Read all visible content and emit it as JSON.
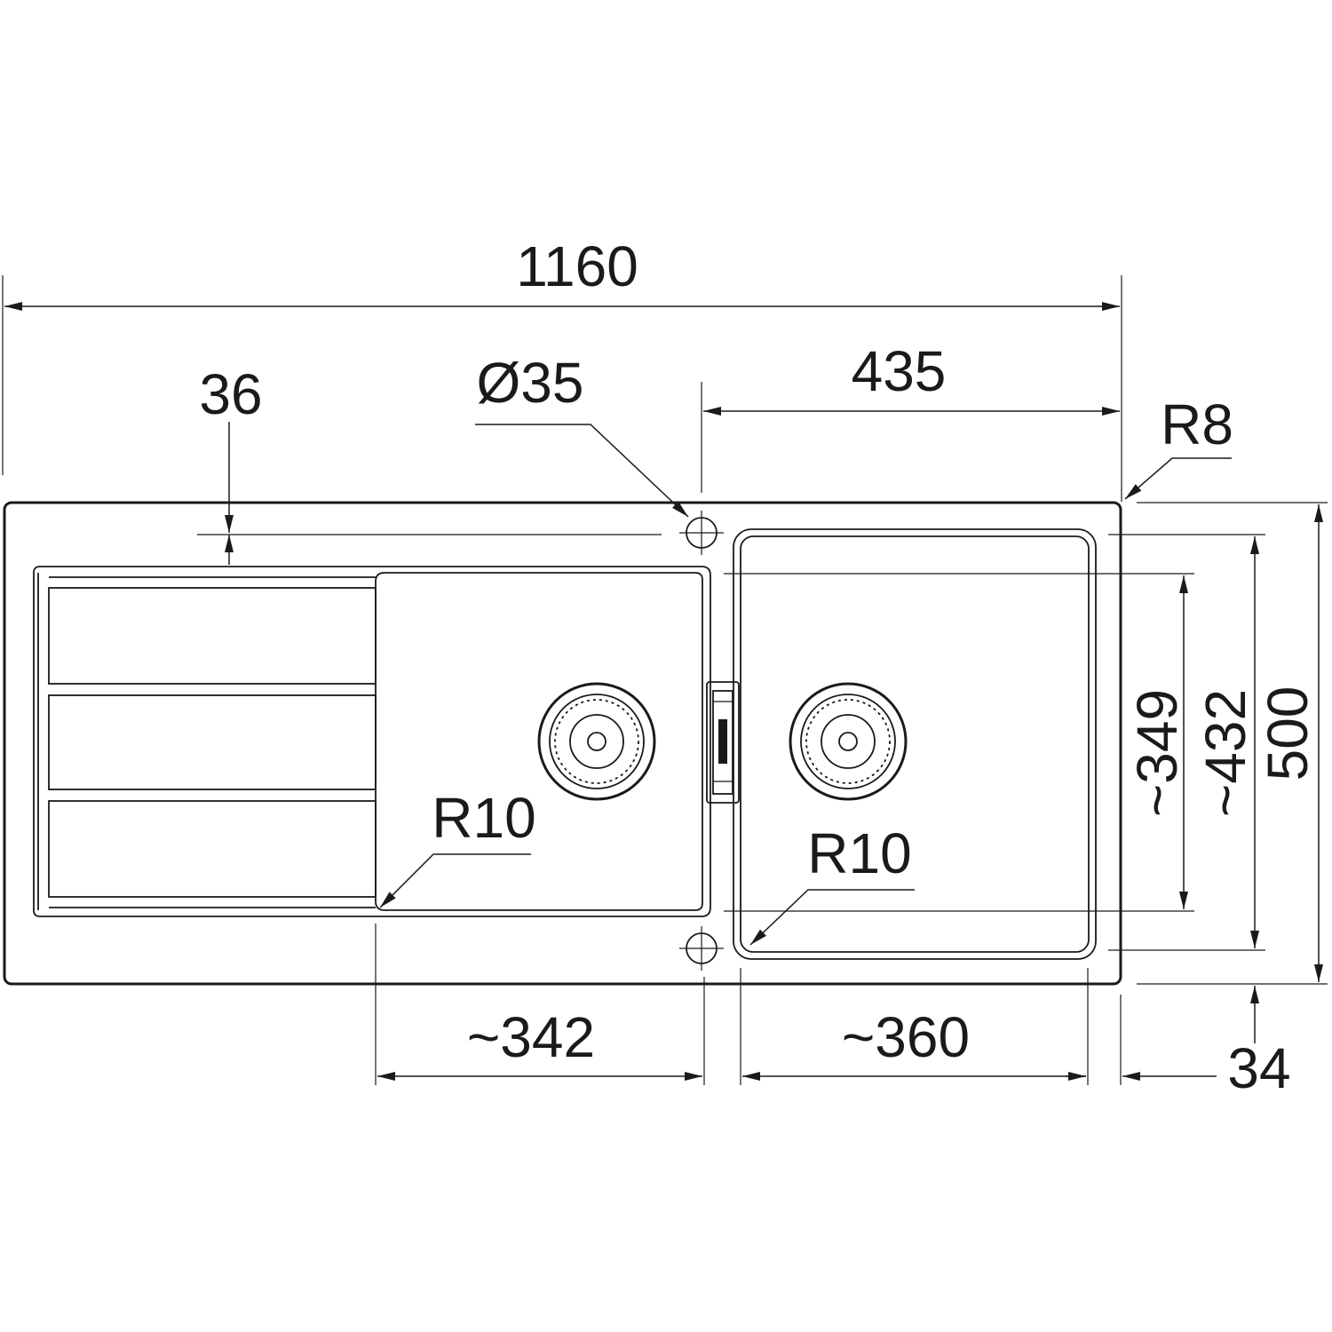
{
  "drawing": {
    "dimensions": {
      "overall_width": "1160",
      "drainer_inset": "36",
      "tap_hole_diameter": "Ø35",
      "bowl_center_to_edge": "435",
      "corner_radius_outer": "R8",
      "corner_radius_drainer_bowl": "R10",
      "corner_radius_main_bowl": "R10",
      "bowl_depth_inner": "~349",
      "bowl_depth_outer": "~432",
      "overall_depth": "500",
      "drainer_bowl_width": "~342",
      "main_bowl_width": "~360",
      "rear_offset": "34"
    },
    "colors": {
      "line": "#1a1a1a",
      "background": "#ffffff"
    }
  }
}
